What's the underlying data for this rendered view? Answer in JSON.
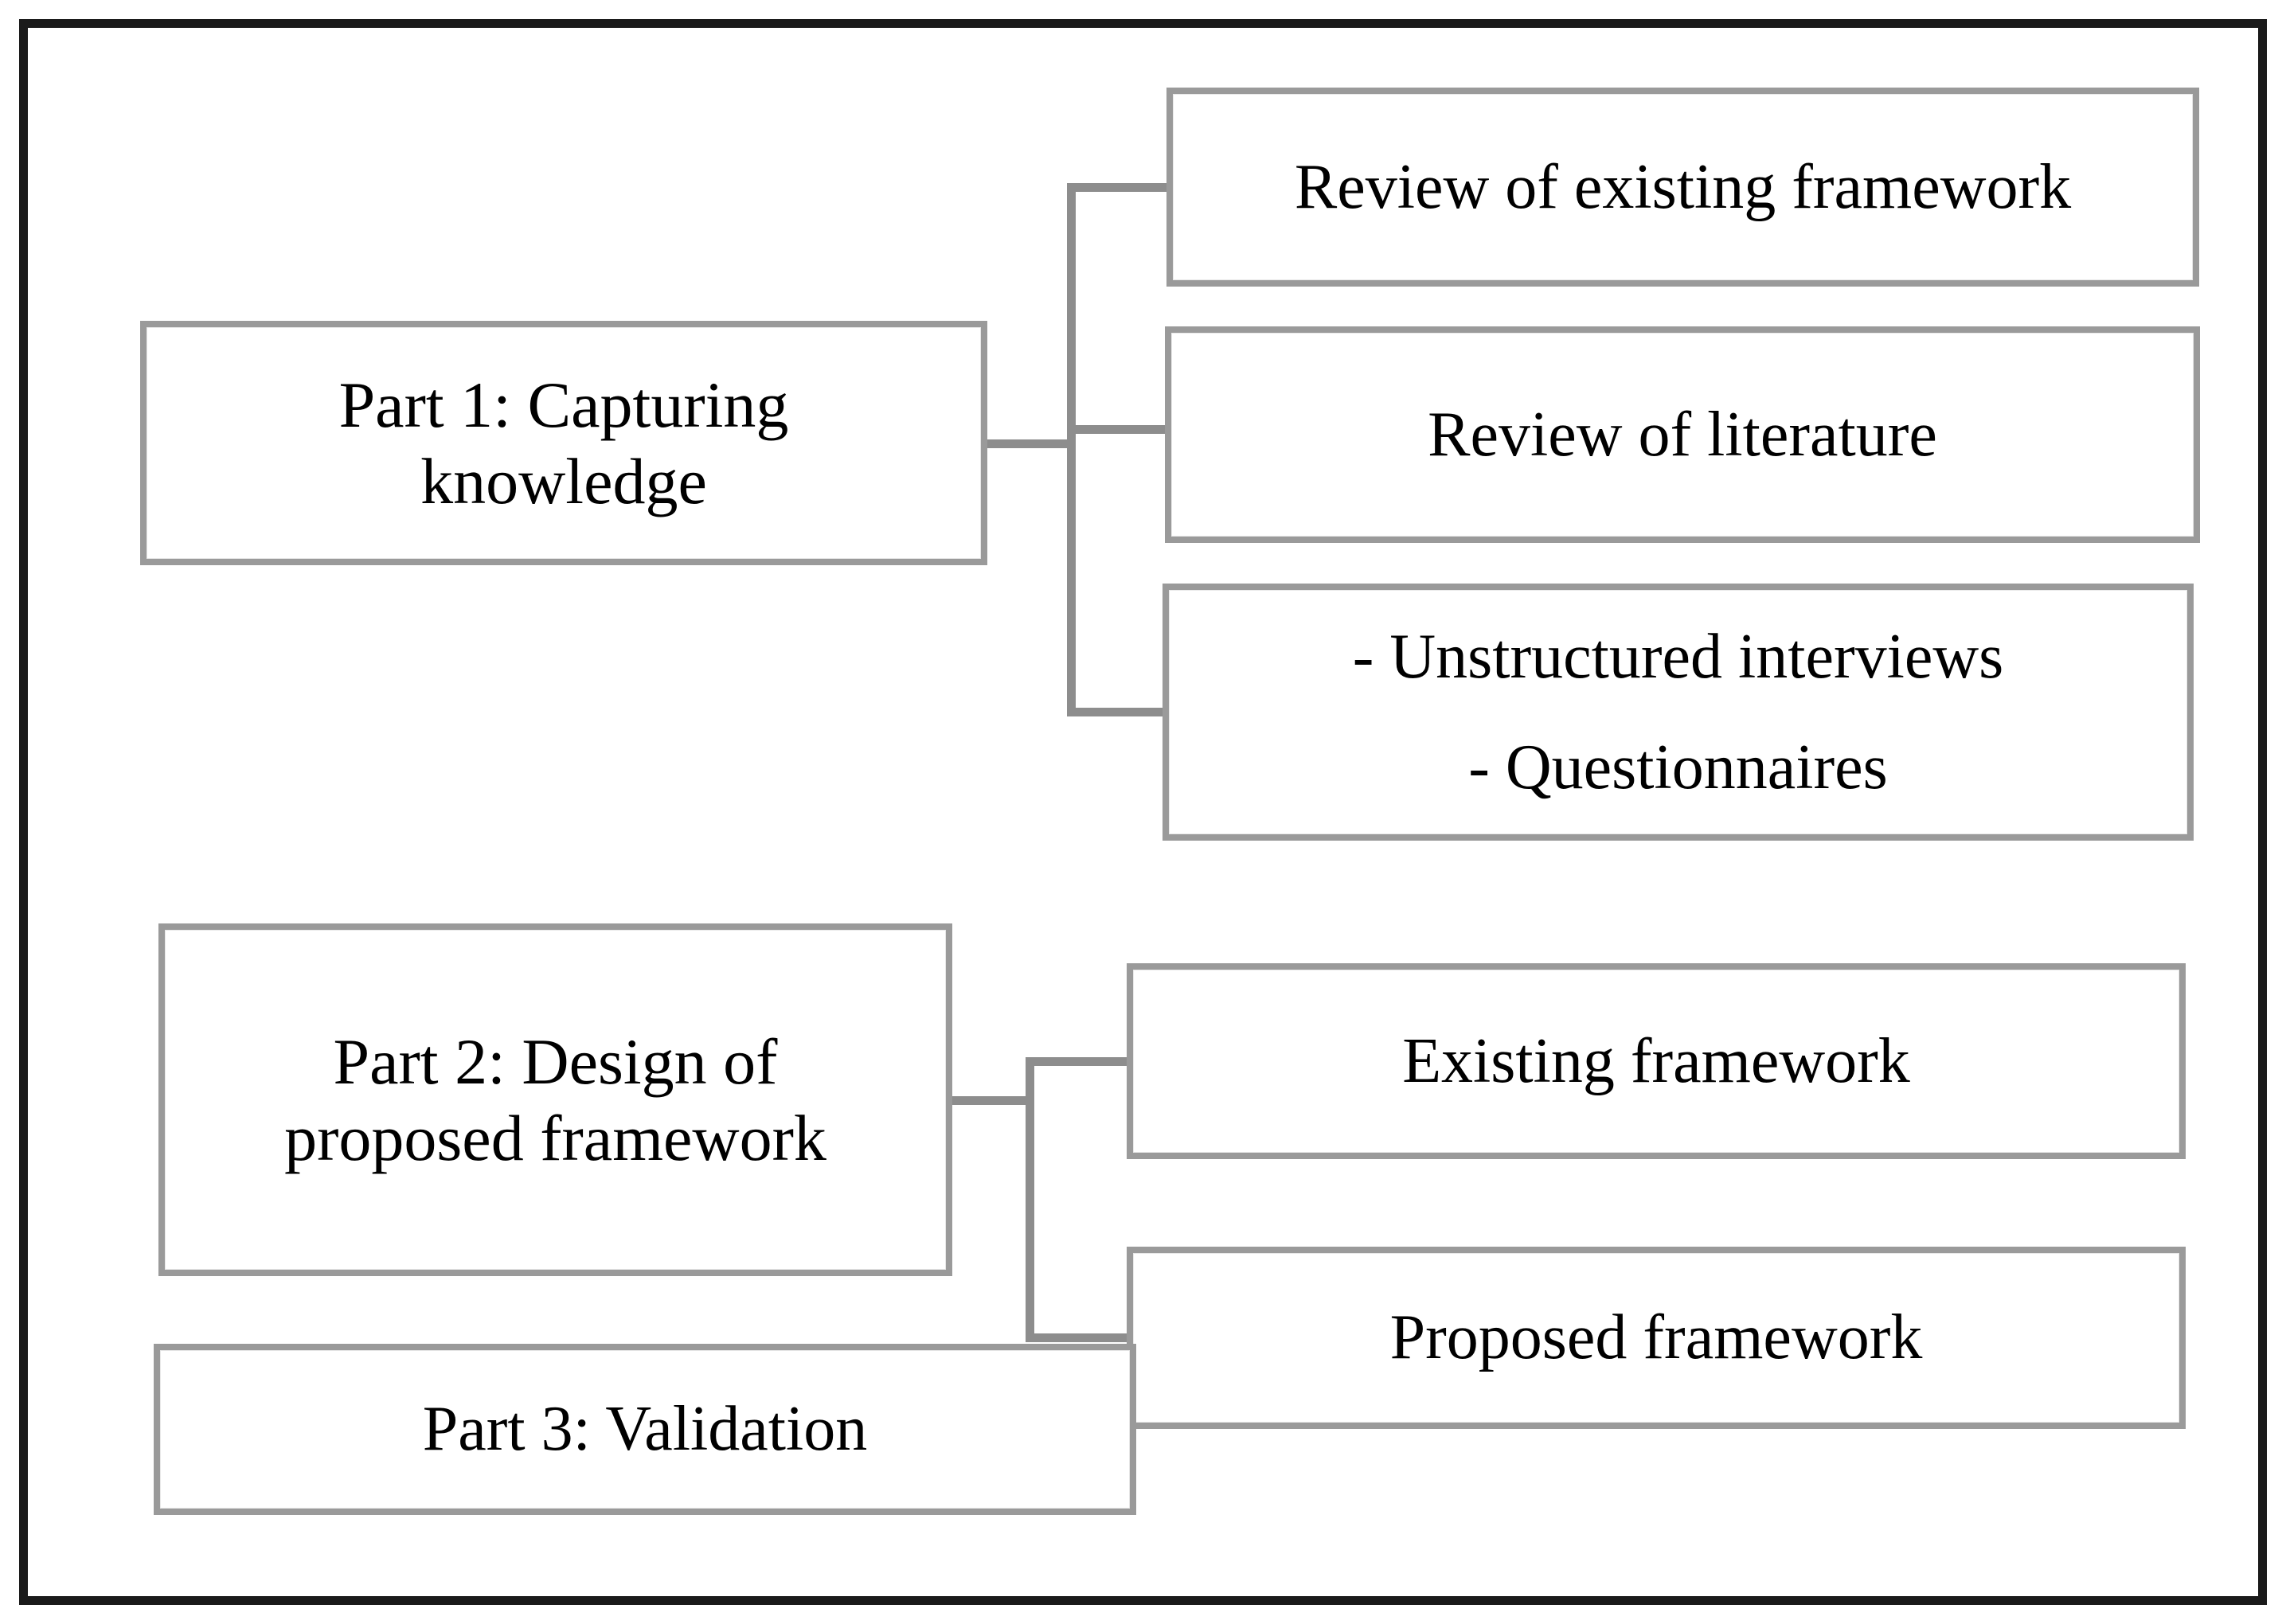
{
  "colors": {
    "background": "#ffffff",
    "frame": "#1a1a1a",
    "box_border": "#9a9a9a",
    "connector": "#8d8d8d",
    "text": "#000000"
  },
  "boxes": {
    "part1": {
      "lines": [
        "Part 1: Capturing",
        "knowledge"
      ]
    },
    "review_existing": {
      "label": "Review of existing framework"
    },
    "review_literature": {
      "label": "Review of literature"
    },
    "methods": {
      "lines": [
        "- Unstructured interviews",
        "- Questionnaires"
      ]
    },
    "part2": {
      "lines": [
        "Part 2: Design of",
        "proposed framework"
      ]
    },
    "existing_framework": {
      "label": "Existing framework"
    },
    "proposed_framework": {
      "label": "Proposed framework"
    },
    "part3": {
      "label": "Part 3: Validation"
    }
  }
}
